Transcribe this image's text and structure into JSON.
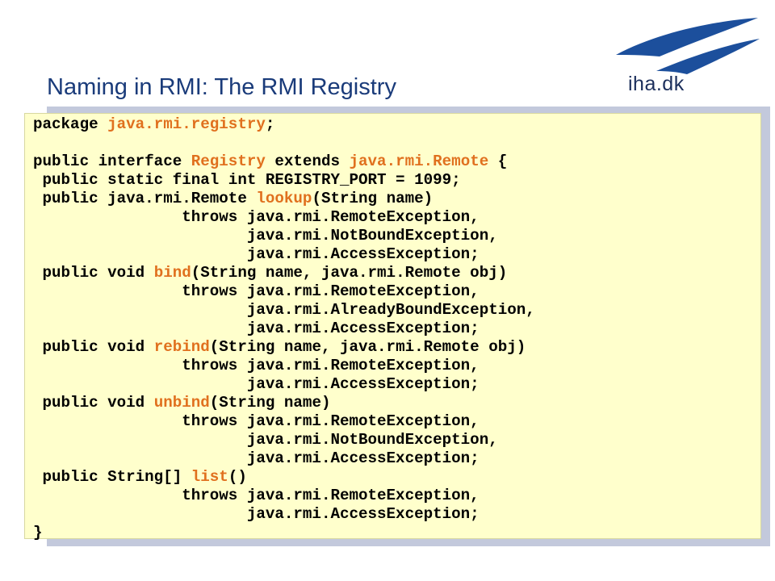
{
  "slide": {
    "title": "Naming in RMI: The RMI Registry",
    "logo_text": "iha.dk"
  },
  "colors": {
    "title": "#1a3b7a",
    "logo": "#1c4f9c",
    "code_background": "#ffffcc",
    "code_shadow": "#c3c9dc",
    "highlight": "#e0701e"
  },
  "code": {
    "lines": [
      [
        {
          "t": "package "
        },
        {
          "t": "java.rmi.registry",
          "h": true
        },
        {
          "t": ";"
        }
      ],
      [],
      [
        {
          "t": "public interface "
        },
        {
          "t": "Registry",
          "h": true
        },
        {
          "t": " extends "
        },
        {
          "t": "java.rmi.Remote",
          "h": true
        },
        {
          "t": " {"
        }
      ],
      [
        {
          "t": " public static final int REGISTRY_PORT = 1099;"
        }
      ],
      [
        {
          "t": " public java.rmi.Remote "
        },
        {
          "t": "lookup",
          "h": true
        },
        {
          "t": "(String name)"
        }
      ],
      [
        {
          "t": "                throws java.rmi.RemoteException,"
        }
      ],
      [
        {
          "t": "                       java.rmi.NotBoundException,"
        }
      ],
      [
        {
          "t": "                       java.rmi.AccessException;"
        }
      ],
      [
        {
          "t": " public void "
        },
        {
          "t": "bind",
          "h": true
        },
        {
          "t": "(String name, java.rmi.Remote obj)"
        }
      ],
      [
        {
          "t": "                throws java.rmi.RemoteException,"
        }
      ],
      [
        {
          "t": "                       java.rmi.AlreadyBoundException,"
        }
      ],
      [
        {
          "t": "                       java.rmi.AccessException;"
        }
      ],
      [
        {
          "t": " public void "
        },
        {
          "t": "rebind",
          "h": true
        },
        {
          "t": "(String name, java.rmi.Remote obj)"
        }
      ],
      [
        {
          "t": "                throws java.rmi.RemoteException,"
        }
      ],
      [
        {
          "t": "                       java.rmi.AccessException;"
        }
      ],
      [
        {
          "t": " public void "
        },
        {
          "t": "unbind",
          "h": true
        },
        {
          "t": "(String name)"
        }
      ],
      [
        {
          "t": "                throws java.rmi.RemoteException,"
        }
      ],
      [
        {
          "t": "                       java.rmi.NotBoundException,"
        }
      ],
      [
        {
          "t": "                       java.rmi.AccessException;"
        }
      ],
      [
        {
          "t": " public String[] "
        },
        {
          "t": "list",
          "h": true
        },
        {
          "t": "()"
        }
      ],
      [
        {
          "t": "                throws java.rmi.RemoteException,"
        }
      ],
      [
        {
          "t": "                       java.rmi.AccessException;"
        }
      ],
      [
        {
          "t": "}"
        }
      ]
    ]
  }
}
